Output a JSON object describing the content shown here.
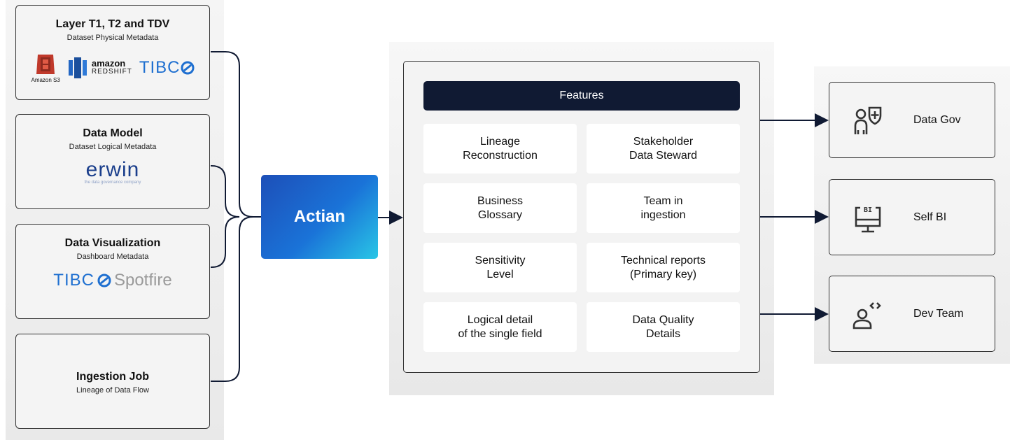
{
  "sources": [
    {
      "title": "Layer T1, T2 and TDV",
      "subtitle": "Dataset Physical Metadata",
      "logos": {
        "s3_caption": "Amazon S3",
        "redshift_top": "amazon",
        "redshift_bottom": "REDSHIFT",
        "tibco": "TIBC"
      }
    },
    {
      "title": "Data Model",
      "subtitle": "Dataset Logical Metadata",
      "logos": {
        "erwin": "erwin",
        "erwin_tagline": "the data governance company"
      }
    },
    {
      "title": "Data Visualization",
      "subtitle": "Dashboard Metadata",
      "logos": {
        "tibco": "TIBC",
        "spotfire": "Spotfire"
      }
    },
    {
      "title": "Ingestion Job",
      "subtitle": "Lineage of Data Flow"
    }
  ],
  "hub": {
    "label": "Actian"
  },
  "features": {
    "header": "Features",
    "items": [
      "Lineage\nReconstruction",
      "Stakeholder\nData Steward",
      "Business\nGlossary",
      "Team in\ningestion",
      "Sensitivity\nLevel",
      "Technical reports\n(Primary key)",
      "Logical detail\nof the single field",
      "Data Quality\nDetails"
    ]
  },
  "targets": [
    {
      "label": "Data Gov",
      "icon": "user-shield-icon"
    },
    {
      "label": "Self BI",
      "icon": "bi-monitor-icon"
    },
    {
      "label": "Dev Team",
      "icon": "user-code-icon"
    }
  ],
  "colors": {
    "navy": "#101a33",
    "hub_start": "#1d4fb8",
    "hub_end": "#29c6e6",
    "s3_red": "#c0392b",
    "redshift_blue": "#2366c3",
    "tibco_blue": "#1e6fd0",
    "erwin_blue": "#1b3f8c"
  }
}
